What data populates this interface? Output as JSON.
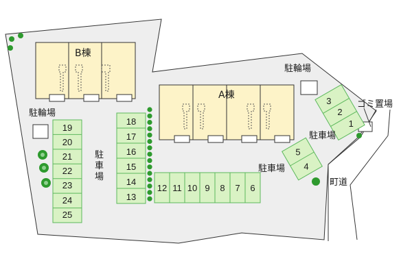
{
  "labels": {
    "building_b": "B棟",
    "building_a": "A棟",
    "bike_parking_left": "駐輪場",
    "bike_parking_right": "駐輪場",
    "parking_left": "駐車場",
    "parking_mid": "駐車場",
    "parking_right": "駐車場",
    "garbage": "ゴミ置場",
    "road": "町道"
  },
  "parking": {
    "column_left": [
      "19",
      "20",
      "21",
      "22",
      "23",
      "24",
      "25"
    ],
    "column_mid": [
      "18",
      "17",
      "16",
      "15",
      "14",
      "13"
    ],
    "row_bottom": [
      "12",
      "11",
      "10",
      "9",
      "8",
      "7",
      "6"
    ],
    "pair_right": [
      "5",
      "4"
    ],
    "trio_right": [
      "3",
      "2",
      "1"
    ]
  },
  "colors": {
    "lot": "#eeeeee",
    "building": "#fdf3c8",
    "space_fill": "#d9f2c4",
    "space_stroke": "#5cb85c",
    "tree": "#2e9a2e",
    "line": "#333333"
  }
}
